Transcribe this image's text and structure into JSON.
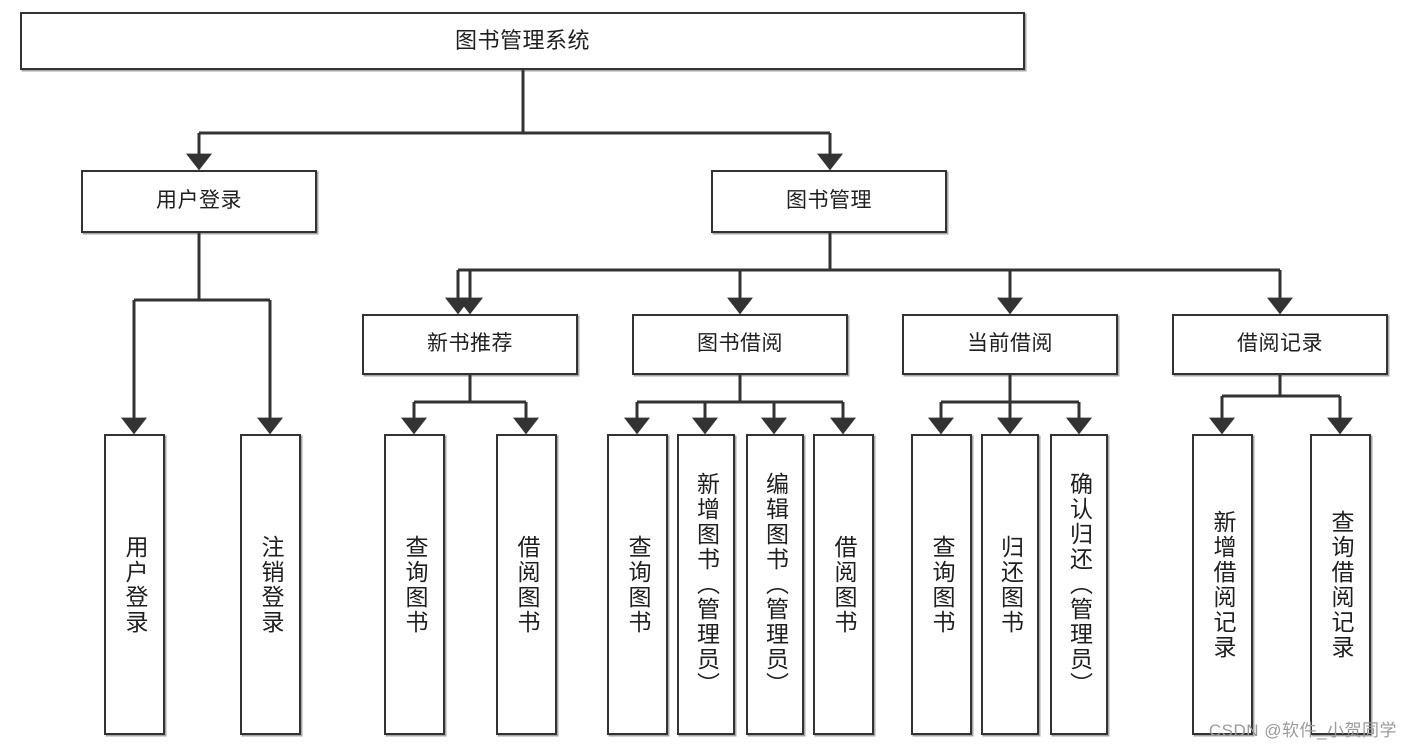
{
  "diagram": {
    "title": "图书管理系统",
    "watermark": "CSDN @软件_小贺同学",
    "line_color": "#333333",
    "box_fill": "#ffffff",
    "text_color": "#1f1f1f",
    "root": {
      "label": "图书管理系统"
    },
    "level2": [
      {
        "label": "用户登录"
      },
      {
        "label": "图书管理"
      }
    ],
    "level3": [
      {
        "label": "新书推荐"
      },
      {
        "label": "图书借阅"
      },
      {
        "label": "当前借阅"
      },
      {
        "label": "借阅记录"
      }
    ],
    "leaves": [
      {
        "label": "用户登录"
      },
      {
        "label": "注销登录"
      },
      {
        "label": "查询图书"
      },
      {
        "label": "借阅图书"
      },
      {
        "label": "查询图书"
      },
      {
        "label": "新增图书（管理员）"
      },
      {
        "label": "编辑图书（管理员）"
      },
      {
        "label": "借阅图书"
      },
      {
        "label": "查询图书"
      },
      {
        "label": "归还图书"
      },
      {
        "label": "确认归还（管理员）"
      },
      {
        "label": "新增借阅记录"
      },
      {
        "label": "查询借阅记录"
      }
    ]
  }
}
